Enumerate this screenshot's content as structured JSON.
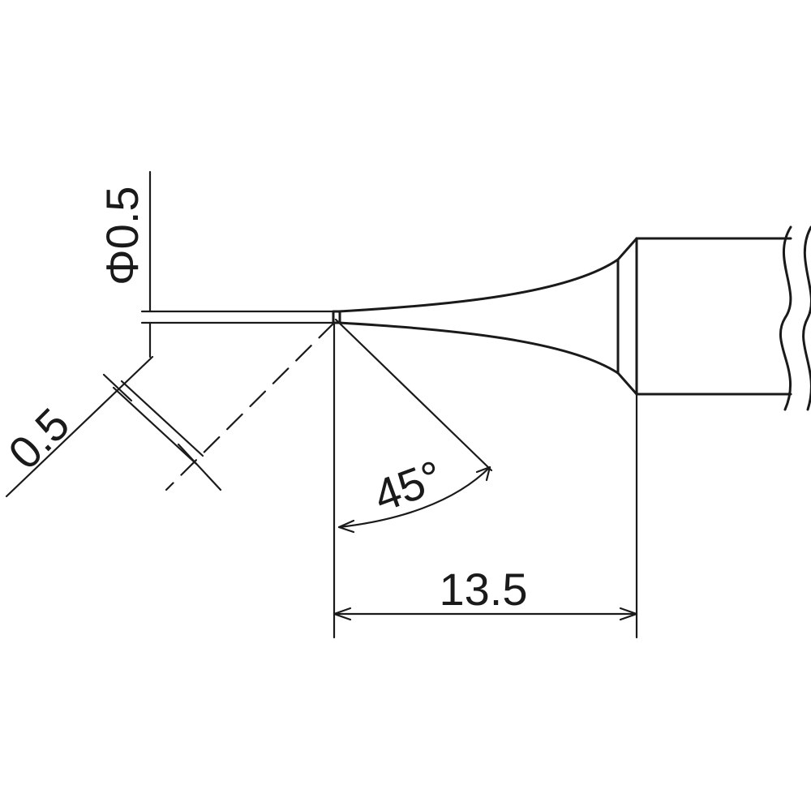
{
  "dimensions": {
    "tip_diameter": "Φ0.5",
    "bevel_width": "0.5",
    "bevel_angle": "45°",
    "taper_length": "13.5"
  },
  "colors": {
    "line": "#1a1a1a",
    "background": "#ffffff"
  }
}
